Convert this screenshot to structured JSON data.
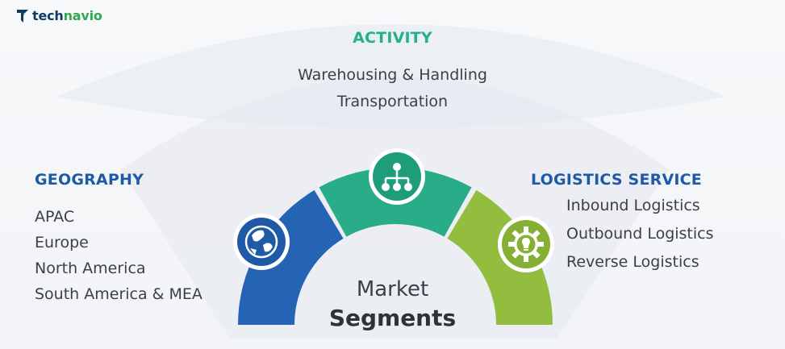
{
  "brand": {
    "name_part1": "tech",
    "name_part2": "navio",
    "icon": "technavio-logo-icon"
  },
  "center": {
    "line1": "Market",
    "line2": "Segments"
  },
  "segments": {
    "activity": {
      "title": "ACTIVITY",
      "items": [
        "Warehousing & Handling",
        "Transportation"
      ],
      "color": "#24b08d",
      "icon": "org-chart-icon"
    },
    "geography": {
      "title": "GEOGRAPHY",
      "items": [
        "APAC",
        "Europe",
        "North America",
        "South America & MEA"
      ],
      "color": "#1f5aa6",
      "icon": "globe-icon"
    },
    "logistics_service": {
      "title": "LOGISTICS SERVICE",
      "items": [
        "Inbound Logistics",
        "Outbound Logistics",
        "Reverse Logistics"
      ],
      "color": "#8fb93a",
      "icon": "gear-bulb-icon"
    }
  },
  "colors": {
    "title_blue": "#1f5aa6",
    "title_teal": "#24b08d",
    "arc_blue": "#2563b5",
    "arc_teal": "#29ad88",
    "arc_green": "#93bd3f",
    "text": "#3b3f47"
  }
}
